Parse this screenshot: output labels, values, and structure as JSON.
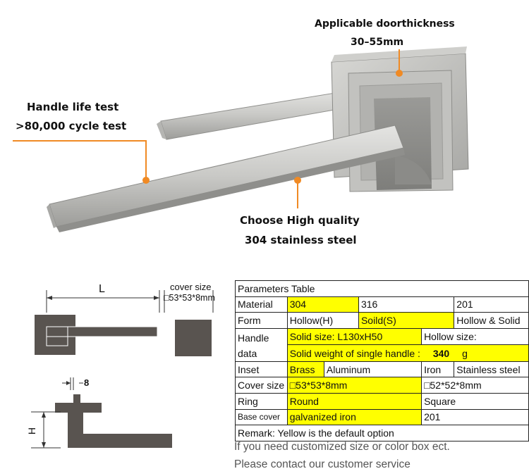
{
  "callouts": {
    "door_thickness_title": "Applicable doorthickness",
    "door_thickness_value": "30–55mm",
    "life_test_title": "Handle life test",
    "life_test_value": ">80,000 cycle test",
    "material_title": "Choose High quality",
    "material_value": "304 stainless steel"
  },
  "drawing": {
    "length_label": "L",
    "cover_size_title": "cover size",
    "cover_size_value": "□53*53*8mm",
    "thickness_label": "8",
    "height_label": "H"
  },
  "table": {
    "title": "Parameters Table",
    "material": {
      "label": "Material",
      "opt1": "304",
      "opt2": "316",
      "opt3": "201"
    },
    "form": {
      "label": "Form",
      "opt1": "Hollow(H)",
      "opt2": "Soild(S)",
      "opt3": "Hollow & Solid"
    },
    "handle_data": {
      "label_line1": "Handle",
      "label_line2": "data",
      "solid_size": "Solid size: L130xH50",
      "hollow_size": "Hollow size:",
      "weight_label": "Solid weight of single handle :",
      "weight_value": "340",
      "weight_unit": "g"
    },
    "inset": {
      "label": "Inset",
      "opt1": "Brass",
      "opt2": "Aluminum",
      "opt3": "Iron",
      "opt4": "Stainless steel"
    },
    "cover_size": {
      "label": "Cover size",
      "opt1": "□53*53*8mm",
      "opt2": "□52*52*8mm"
    },
    "ring": {
      "label": "Ring",
      "opt1": "Round",
      "opt2": "Square"
    },
    "base_cover": {
      "label": "Base cover",
      "opt1": "galvanized iron",
      "opt2": "201"
    },
    "remark": "Remark: Yellow is the default option"
  },
  "footer": {
    "line1": "If you need customized size or color box ect.",
    "line2": "Please contact our customer service"
  },
  "colors": {
    "highlight": "#ffff00",
    "accent": "#f08a24",
    "drawing_fill": "#595450"
  }
}
